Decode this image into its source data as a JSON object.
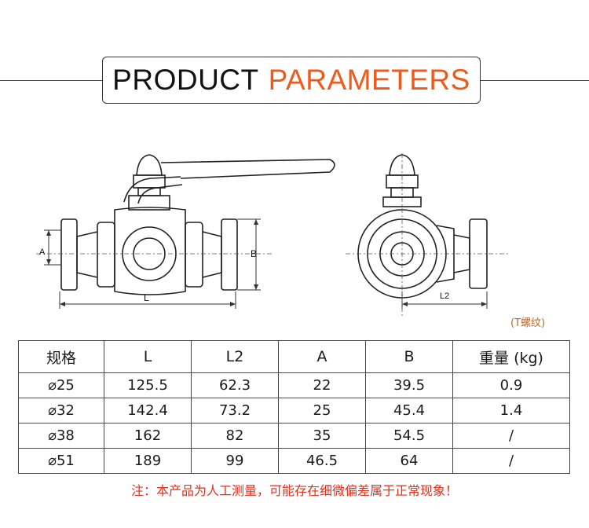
{
  "header": {
    "title_part1": "PRODUCT",
    "title_part2": "PARAMETERS"
  },
  "drawing": {
    "front_dims": {
      "A": "A",
      "B": "B",
      "L": "L"
    },
    "side_dims": {
      "L2": "L2"
    },
    "thread_note": "(T螺纹)"
  },
  "table": {
    "headers": [
      "规格",
      "L",
      "L2",
      "A",
      "B",
      "重量 (kg)"
    ],
    "rows": [
      [
        "⌀25",
        "125.5",
        "62.3",
        "22",
        "39.5",
        "0.9"
      ],
      [
        "⌀32",
        "142.4",
        "73.2",
        "25",
        "45.4",
        "1.4"
      ],
      [
        "⌀38",
        "162",
        "82",
        "35",
        "54.5",
        "/"
      ],
      [
        "⌀51",
        "189",
        "99",
        "46.5",
        "64",
        "/"
      ]
    ]
  },
  "footer": {
    "note": "注：本产品为人工测量，可能存在细微偏差属于正常现象！"
  },
  "colors": {
    "accent": "#ee5a1c",
    "note_red": "#e0301e",
    "thread_note": "#b86a2a"
  }
}
